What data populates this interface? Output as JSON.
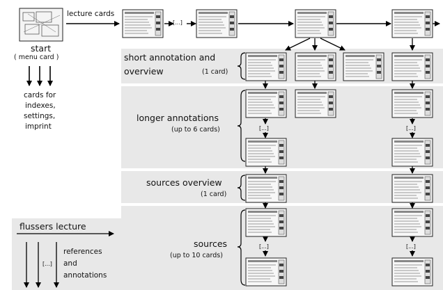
{
  "start": {
    "title": "start",
    "subtitle": "( menu card )"
  },
  "left_cards_text": [
    "cards for",
    "indexes,",
    "settings,",
    "imprint"
  ],
  "lecture_cards_label": "lecture cards",
  "ellipsis": "[...]",
  "sections": [
    {
      "title_lines": [
        "short annotation and",
        "overview"
      ],
      "count": "(1 card)"
    },
    {
      "title_lines": [
        "longer annotations"
      ],
      "count": "(up to 6 cards)"
    },
    {
      "title_lines": [
        "sources overview"
      ],
      "count": "(1 card)"
    },
    {
      "title_lines": [
        "sources"
      ],
      "count": "(up to 10 cards)"
    }
  ],
  "legend": {
    "title": "flussers lecture",
    "right_lines": [
      "references",
      "and",
      "annotations"
    ],
    "ellipsis": "[...]"
  },
  "colors": {
    "band": "#e8e8e8",
    "card_border": "#222222",
    "card_fill": "#f7f7f7",
    "arrow": "#000000"
  }
}
